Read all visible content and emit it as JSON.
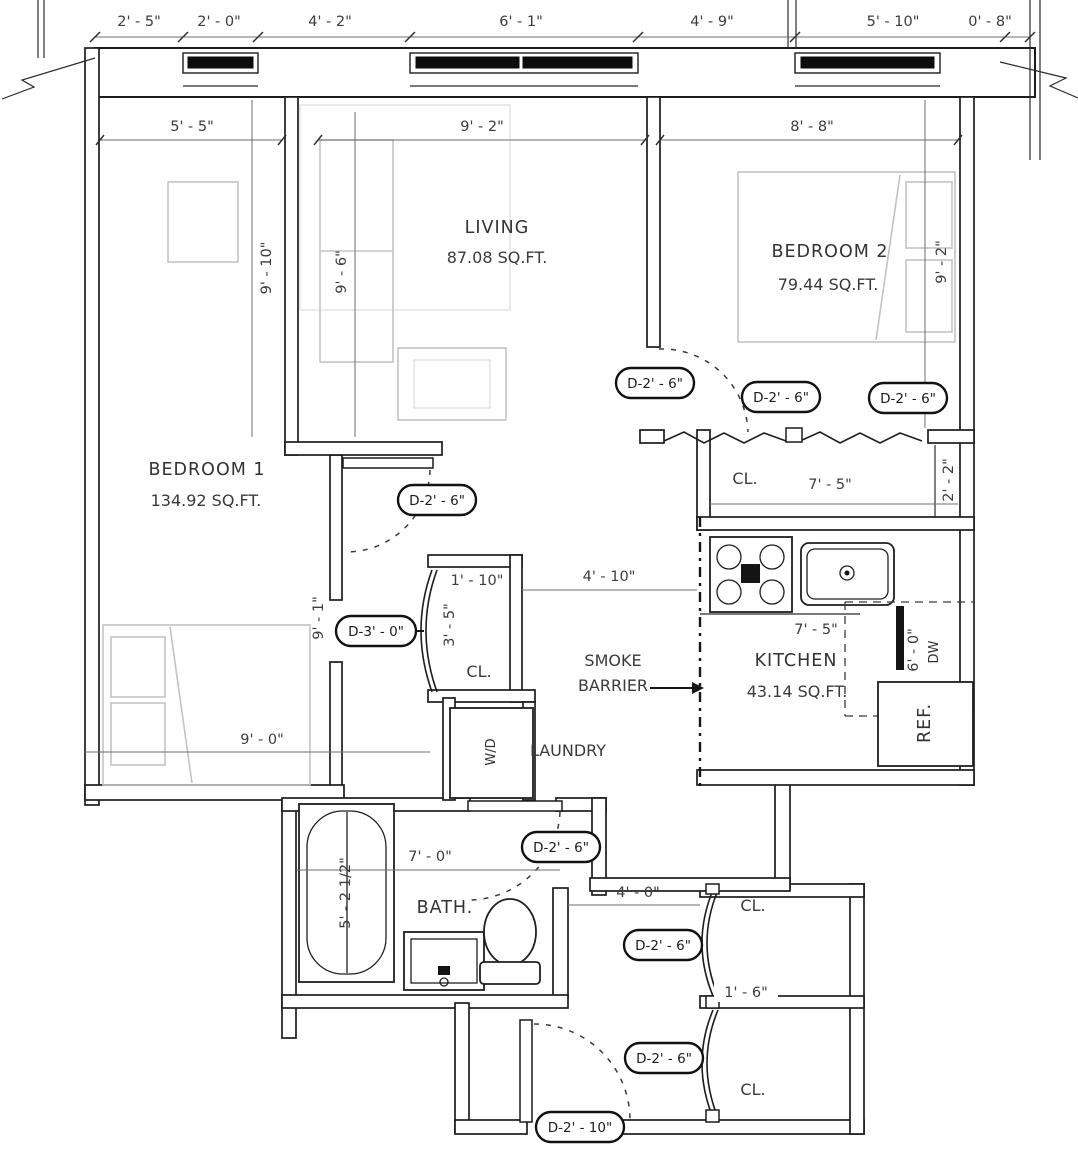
{
  "rooms": {
    "living": {
      "name": "LIVING",
      "area": "87.08 SQ.FT."
    },
    "bedroom1": {
      "name": "BEDROOM 1",
      "area": "134.92 SQ.FT."
    },
    "bedroom2": {
      "name": "BEDROOM 2",
      "area": "79.44 SQ.FT."
    },
    "kitchen": {
      "name": "KITCHEN",
      "area": "43.14 SQ.FT."
    },
    "bath": {
      "name": "BATH."
    },
    "laundry": {
      "name": "LAUNDRY"
    }
  },
  "closets": {
    "middle": "CL.",
    "bedroom2": "CL.",
    "hall_upper": "CL.",
    "hall_lower": "CL."
  },
  "fixtures": {
    "washer_dryer": "W/D",
    "refrigerator": "REF.",
    "dishwasher": "DW"
  },
  "annotations": {
    "smoke_barrier_line1": "SMOKE",
    "smoke_barrier_line2": "BARRIER"
  },
  "dims": {
    "top": {
      "seg1": "2' - 5\"",
      "seg2": "2' - 0\"",
      "seg3": "4' - 2\"",
      "seg4": "6' - 1\"",
      "seg5": "4' - 9\"",
      "seg6": "5' - 10\"",
      "seg7": "0' - 8\""
    },
    "widths": {
      "bedroom1": "5' - 5\"",
      "living": "9' - 2\"",
      "bedroom2": "8' - 8\""
    },
    "heights": {
      "bedroom1_upper": "9' - 10\"",
      "living": "9' - 6\"",
      "bedroom2": "9' - 2\"",
      "bedroom2_closet": "2' - 2\"",
      "bedroom1_lower": "9' - 1\"",
      "mid_closet": "3' - 5\"",
      "tub": "5' - 2 1/2\"",
      "kitchen_right": "6' - 0\""
    },
    "interior": {
      "mid_closet_width": "1' - 10\"",
      "hall_to_kitchen": "4' - 10\"",
      "bedroom2_closet_width": "7' - 5\"",
      "kitchen_counter": "7' - 5\"",
      "bedroom1_bottom": "9' - 0\"",
      "bath_width": "7' - 0\"",
      "hall_width": "4' - 0\"",
      "hall_closet_depth": "1' - 6\""
    }
  },
  "doors": {
    "bedroom2_entry": "D-2' - 6\"",
    "bedroom2_closet_left": "D-2' - 6\"",
    "bedroom2_closet_right": "D-2' - 6\"",
    "bedroom1_entry": "D-2' - 6\"",
    "bedroom1_closet": "D-3' - 0\"",
    "bath": "D-2' - 6\"",
    "hall_closet_upper": "D-2' - 6\"",
    "hall_closet_lower": "D-2' - 6\"",
    "unit_entry": "D-2' - 10\""
  }
}
